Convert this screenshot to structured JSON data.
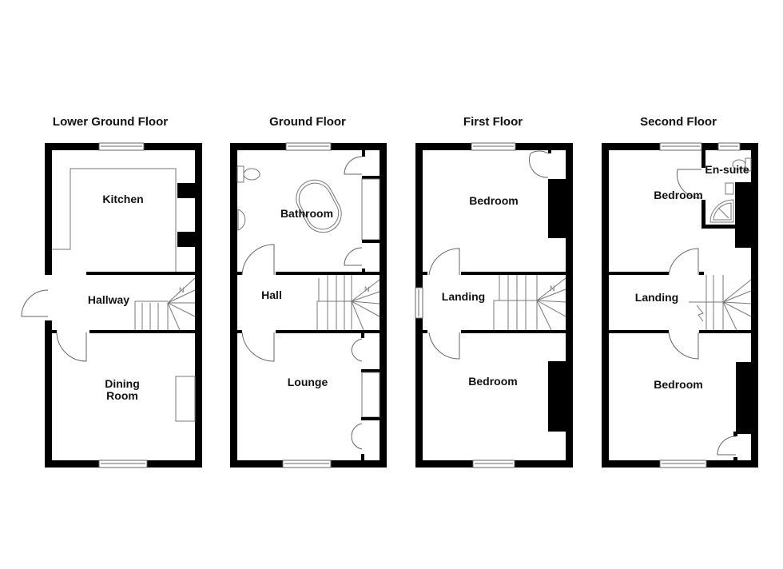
{
  "diagram": {
    "type": "floor-plan",
    "colors": {
      "wall": "#000000",
      "background": "#ffffff",
      "fixture_line": "#888888",
      "text": "#111111"
    },
    "floors": [
      {
        "title": "Lower Ground Floor",
        "rooms": [
          {
            "name": "Kitchen",
            "label": "Kitchen"
          },
          {
            "name": "Hallway",
            "label": "Hallway"
          },
          {
            "name": "Dining Room",
            "label_line1": "Dining",
            "label_line2": "Room"
          }
        ]
      },
      {
        "title": "Ground Floor",
        "rooms": [
          {
            "name": "Bathroom",
            "label": "Bathroom"
          },
          {
            "name": "Hall",
            "label": "Hall"
          },
          {
            "name": "Lounge",
            "label": "Lounge"
          }
        ]
      },
      {
        "title": "First Floor",
        "rooms": [
          {
            "name": "Bedroom",
            "label": "Bedroom"
          },
          {
            "name": "Landing",
            "label": "Landing"
          },
          {
            "name": "Bedroom",
            "label": "Bedroom"
          }
        ]
      },
      {
        "title": "Second Floor",
        "rooms": [
          {
            "name": "Bedroom",
            "label": "Bedroom"
          },
          {
            "name": "En-suite",
            "label": "En-suite"
          },
          {
            "name": "Landing",
            "label": "Landing"
          },
          {
            "name": "Bedroom",
            "label": "Bedroom"
          }
        ]
      }
    ],
    "stair_direction_marker": "N"
  }
}
